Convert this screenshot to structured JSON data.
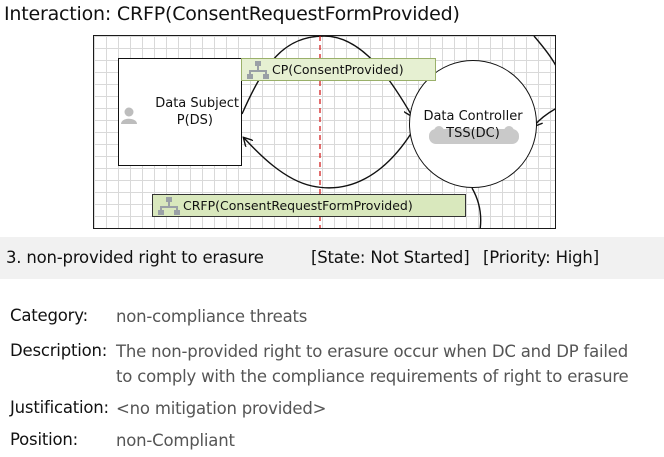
{
  "interaction": {
    "title": "Interaction: CRFP(ConsentRequestFormProvided)"
  },
  "diagram": {
    "data_subject": {
      "name_line1": "Data Subject",
      "name_line2": "P(DS)"
    },
    "data_controller": {
      "name_line1": "Data Controller",
      "name_line2": "TSS(DC)"
    },
    "flows": {
      "consent_provided": "CP(ConsentProvided)",
      "consent_request": "CRFP(ConsentRequestFormProvided)"
    },
    "icons": {
      "flow": "network-icon",
      "data_subject": "person-icon",
      "data_controller": "cloud-icon"
    },
    "colors": {
      "flow_label_bg": "#e6f0d2",
      "trust_boundary": "#d42020"
    }
  },
  "threat": {
    "title": "3. non-provided right to erasure",
    "state": "[State: Not Started]",
    "priority": "[Priority: High]",
    "fields": {
      "category_label": "Category:",
      "category_value": "non-compliance threats",
      "description_label": "Description:",
      "description_line1": "The non-provided right to erasure occur when DC and DP failed",
      "description_line2": "to comply with the compliance requirements of right to erasure",
      "justification_label": "Justification:",
      "justification_value": "<no mitigation provided>",
      "position_label": "Position:",
      "position_value": "non-Compliant"
    }
  }
}
